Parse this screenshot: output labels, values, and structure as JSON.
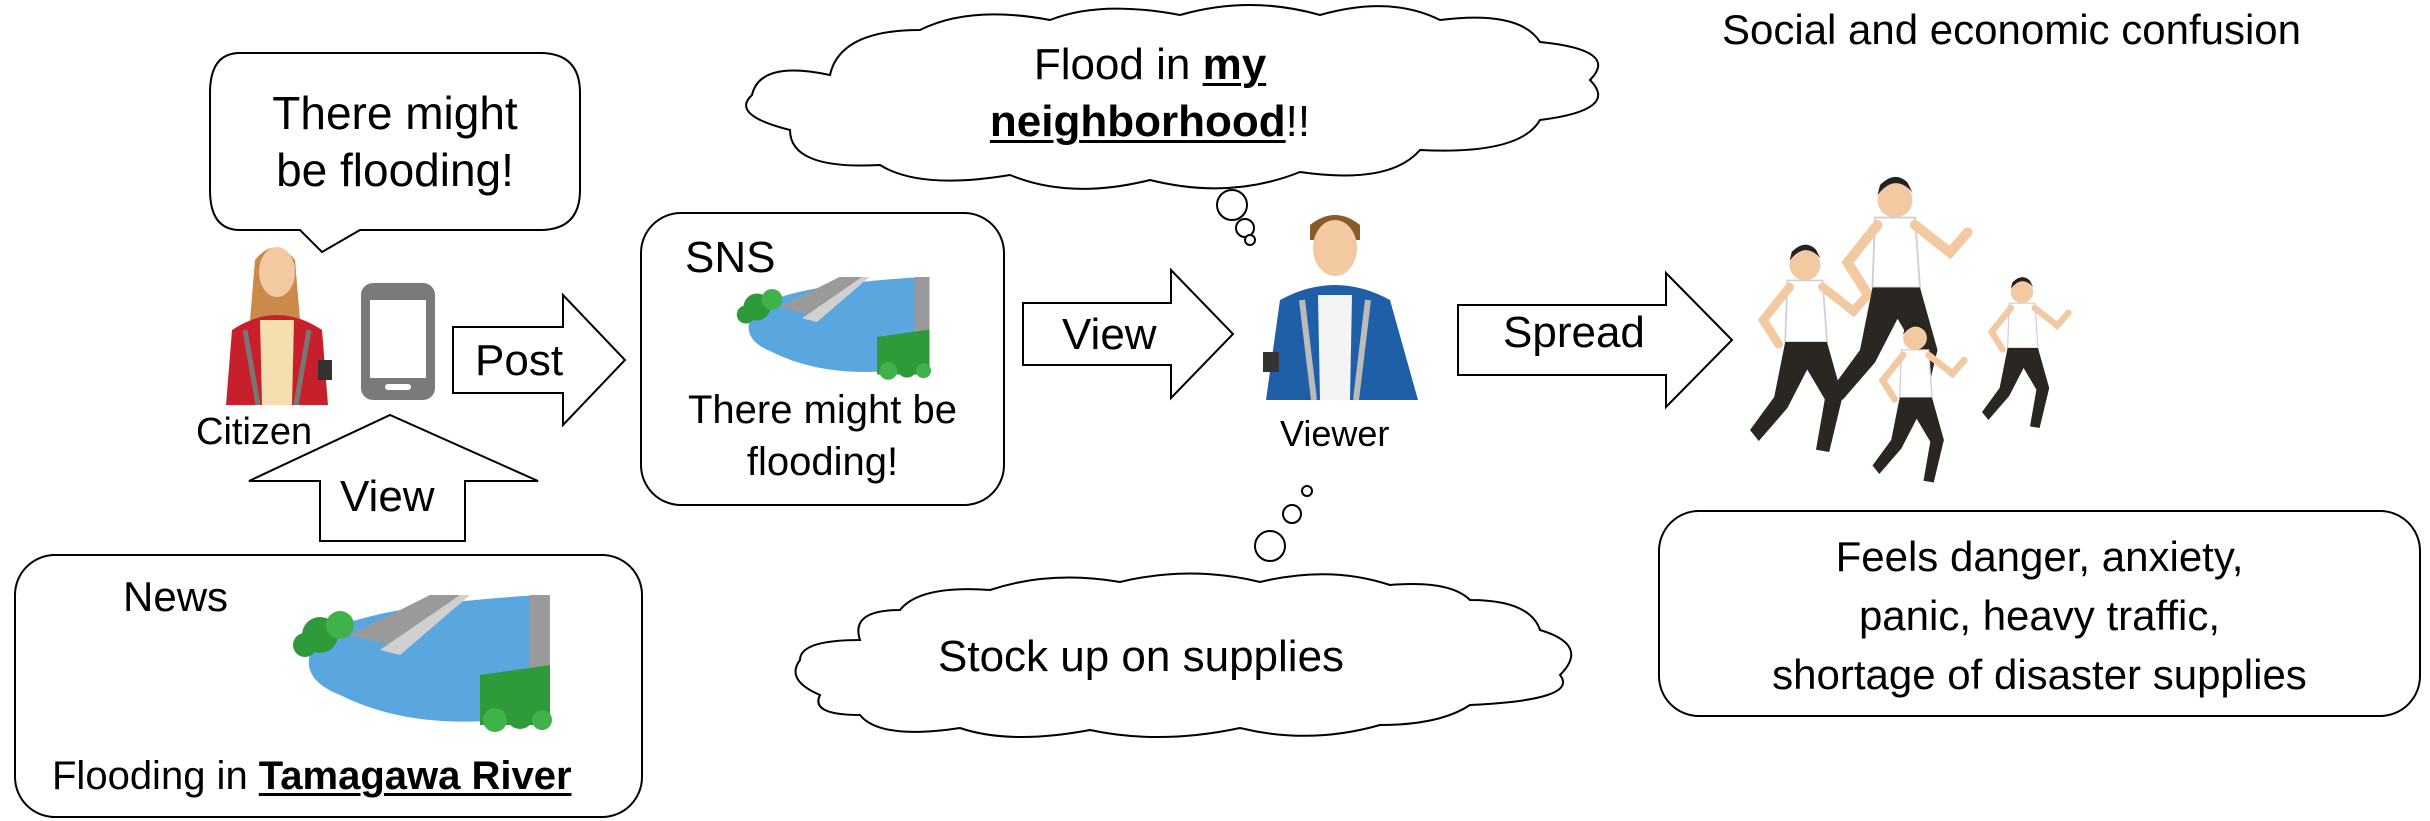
{
  "header": {
    "title": "Social and economic confusion"
  },
  "citizen": {
    "speech_line1": "There might",
    "speech_line2": "be flooding!",
    "label": "Citizen"
  },
  "arrows": {
    "post": "Post",
    "view_news": "View",
    "view_sns": "View",
    "spread": "Spread"
  },
  "news": {
    "title": "News",
    "caption_prefix": "Flooding in ",
    "caption_emphasis": "Tamagawa River"
  },
  "sns": {
    "title": "SNS",
    "line1": "There might be",
    "line2": "flooding!"
  },
  "viewer": {
    "label": "Viewer",
    "thought_top_line1_prefix": "Flood in ",
    "thought_top_line1_emphasis": "my",
    "thought_top_line2_emphasis": "neighborhood",
    "thought_top_line2_suffix": "!!",
    "thought_bottom": "Stock up on supplies"
  },
  "result": {
    "line1": "Feels danger, anxiety,",
    "line2": "panic, heavy traffic,",
    "line3": "shortage of disaster supplies"
  },
  "colors": {
    "river": "#5aa7e0",
    "bank_gray": "#9a9a9a",
    "grass": "#2e9a3a",
    "citizen_jacket": "#c8202a",
    "viewer_jacket": "#1f5fa8",
    "phone_gray": "#7a7a7a"
  }
}
